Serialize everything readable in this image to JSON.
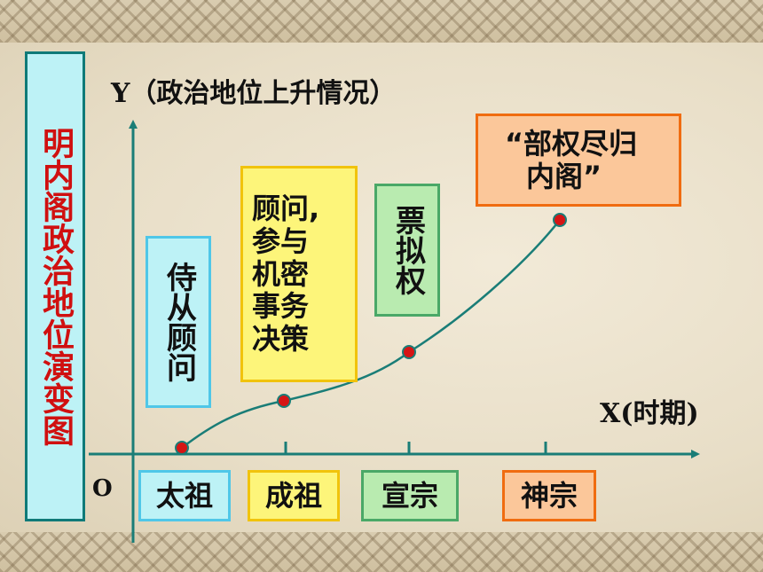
{
  "title": "明内阁政治地位演变图",
  "axes": {
    "y_label": "Y（政治地位上升情况）",
    "x_label": "X(时期)",
    "origin": "O"
  },
  "periods": [
    "太祖",
    "成祖",
    "宣宗",
    "神宗"
  ],
  "stages": [
    {
      "text": "侍从顾问"
    },
    {
      "text": "顾问，参与机密事务决策"
    },
    {
      "text": "票拟权"
    },
    {
      "text": "“部权尽归内阁”"
    }
  ],
  "stage_lines": {
    "s2_line1": "顾问,",
    "s2_line2": "参与",
    "s2_line3": "机密",
    "s2_line4": "事务",
    "s2_line5": "决策",
    "s4_line1": "“部权尽归",
    "s4_line2": "内阁”"
  },
  "colors": {
    "axis": "#1a7d77",
    "dot": "#d51515",
    "title_text": "#d01010",
    "box_taizu": "#bdf2f6",
    "box_chengzu": "#fdf57a",
    "box_xuanzong": "#b9ebb0",
    "box_shenzong": "#fbc79a"
  }
}
